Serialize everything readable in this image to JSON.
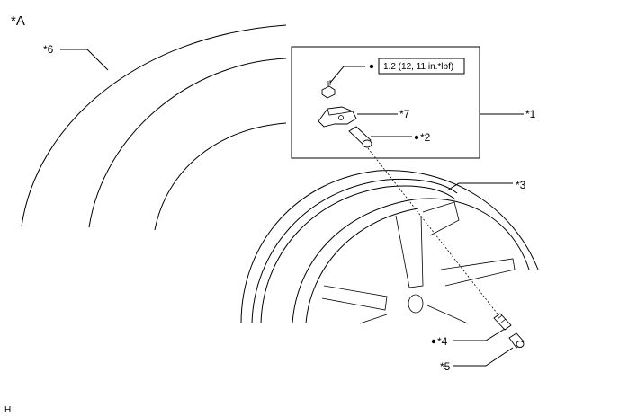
{
  "view_label": "*A",
  "torque_spec": "1.2 (12, 11 in.*lbf)",
  "corner_mark": "H",
  "callouts": {
    "c1": "*1",
    "c2": "*2",
    "c3": "*3",
    "c4": "*4",
    "c5": "*5",
    "c6": "*6",
    "c7": "*7"
  },
  "colors": {
    "line": "#000000",
    "background": "#ffffff"
  }
}
